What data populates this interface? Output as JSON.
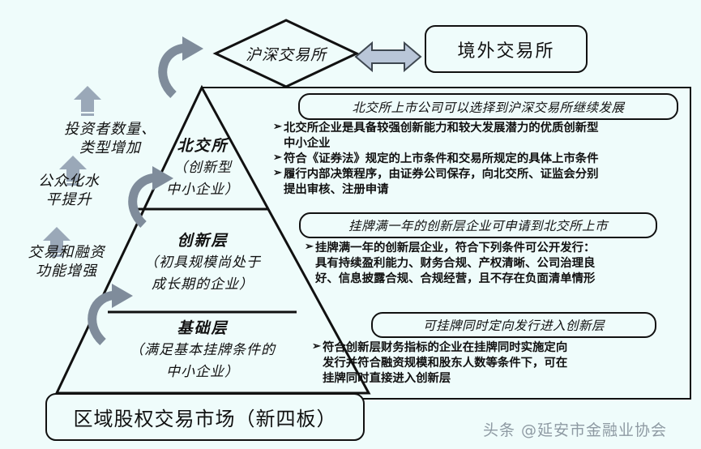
{
  "background_color": "#effcfb",
  "line_color": "#111111",
  "arrow_color": "#7f8c9b",
  "top_row": {
    "exchange_diamond": "沪深交易所",
    "arrow_icon": "double-headed-arrow",
    "overseas_box": "境外交易所"
  },
  "pyramid": {
    "tiers": [
      {
        "title": "北交所",
        "subtitle": "（创新型\n中小企业）",
        "sub_line1": "（创新型",
        "sub_line2": "中小企业）"
      },
      {
        "title": "创新层",
        "sub_line1": "（初具规模尚处于",
        "sub_line2": "成长期的企业）"
      },
      {
        "title": "基础层",
        "sub_line1": "（满足基本挂牌条件的",
        "sub_line2": "中小企业）"
      }
    ]
  },
  "left_captions": [
    {
      "line1": "投资者数量、",
      "line2": "类型增加"
    },
    {
      "line1": "公众化水",
      "line2": "平提升"
    },
    {
      "line1": "交易和融资",
      "line2": "功能增强"
    }
  ],
  "right_panel": {
    "sections": [
      {
        "header": "北交所上市公司可以选择到沪深交易所继续发展",
        "bullets": [
          {
            "mark": "➢",
            "lines": [
              "北交所企业是具备较强创新能力和较大发展潜力的优质创新型",
              "中小企业"
            ]
          },
          {
            "mark": "➢",
            "lines": [
              "符合《证券法》规定的上市条件和交易所规定的具体上市条件"
            ]
          },
          {
            "mark": "➢",
            "lines": [
              "履行内部决策程序，由证券公司保存，向北交所、证监会分别",
              "提出审核、注册申请"
            ]
          }
        ]
      },
      {
        "header": "挂牌满一年的创新层企业可申请到北交所上市",
        "bullets": [
          {
            "mark": "➢",
            "lines": [
              "挂牌满一年的创新层企业，符合下列条件可公开发行：",
              "具有持续盈利能力、财务合规、产权清晰、公司治理良",
              "好、信息披露合规、合规经营，且不存在负面清单情形"
            ]
          }
        ]
      },
      {
        "header": "可挂牌同时定向发行进入创新层",
        "bullets": [
          {
            "mark": "➢",
            "lines": [
              "符合创新层财务指标的企业在挂牌同时实施定向",
              "发行并符合融资规模和股东人数等条件下，可在",
              "挂牌同时直接进入创新层"
            ]
          }
        ]
      }
    ]
  },
  "bottom_box": "区域股权交易市场（新四板）",
  "watermark": "头条 @延安市金融业协会"
}
